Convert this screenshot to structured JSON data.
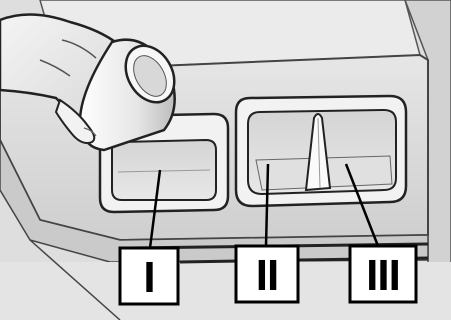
{
  "callouts": [
    {
      "id": "compartment-1",
      "label": "I"
    },
    {
      "id": "compartment-2",
      "label": "II"
    },
    {
      "id": "compartment-3",
      "label": "III"
    }
  ]
}
